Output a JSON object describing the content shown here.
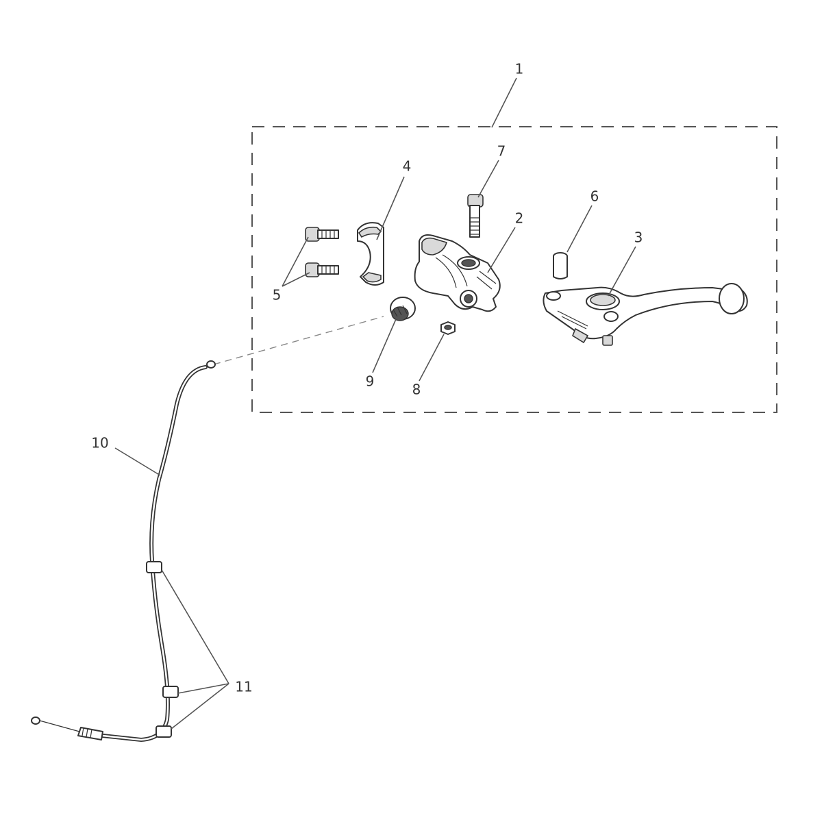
{
  "callouts": [
    {
      "id": "1",
      "label": "1"
    },
    {
      "id": "2",
      "label": "2"
    },
    {
      "id": "3",
      "label": "3"
    },
    {
      "id": "4",
      "label": "4"
    },
    {
      "id": "5",
      "label": "5"
    },
    {
      "id": "6",
      "label": "6"
    },
    {
      "id": "7",
      "label": "7"
    },
    {
      "id": "8",
      "label": "8"
    },
    {
      "id": "9",
      "label": "9"
    },
    {
      "id": "10",
      "label": "10"
    },
    {
      "id": "11",
      "label": "11"
    }
  ],
  "colors": {
    "line": "#333333",
    "shade": "#d9d9d9",
    "dashed_frame": "#555555"
  }
}
